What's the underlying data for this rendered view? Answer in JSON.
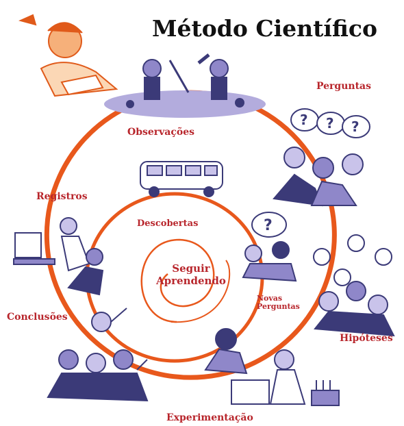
{
  "title": "Método Científico",
  "center_label": {
    "line1": "Seguir",
    "line2": "Aprendendo"
  },
  "outer_cycle": [
    {
      "id": "observacoes",
      "label": "Observações"
    },
    {
      "id": "perguntas",
      "label": "Perguntas"
    },
    {
      "id": "hipoteses",
      "label": "Hipóteses"
    },
    {
      "id": "experimentacao",
      "label": "Experimentação"
    },
    {
      "id": "conclusoes",
      "label": "Conclusões"
    },
    {
      "id": "registros",
      "label": "Registros"
    }
  ],
  "inner_cycle": [
    {
      "id": "descobertas",
      "label": "Descobertas"
    },
    {
      "id": "novas_perguntas",
      "line1": "Novas",
      "line2": "Perguntas"
    }
  ],
  "colors": {
    "title": "#111111",
    "label": "#b8262c",
    "cycle": "#e8581c",
    "illustration_ink": "#3b3a78",
    "illustration_fill": "#8f87c9",
    "header_drawing": "#e05a1a"
  },
  "illustrations": [
    "child-writing-drawing",
    "children-with-telescope",
    "thinking-people-question-marks",
    "people-with-lightbulbs",
    "lab-experiment",
    "celebrating-group",
    "person-at-computer",
    "bus",
    "kids-with-question-mark"
  ]
}
